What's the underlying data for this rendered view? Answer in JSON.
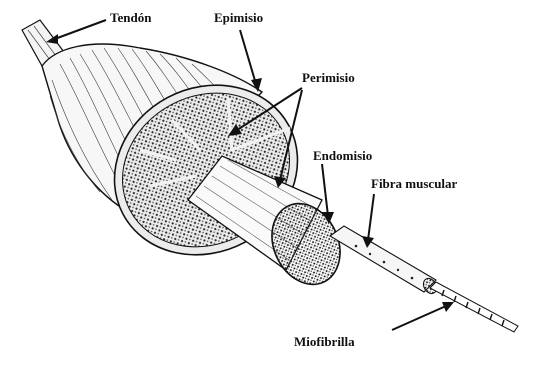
{
  "labels": {
    "tendon": "Tendón",
    "epimisio": "Epimisio",
    "perimisio": "Perimisio",
    "endomisio": "Endomisio",
    "fibra": "Fibra muscular",
    "miofibrilla": "Miofibrilla"
  },
  "colors": {
    "ink": "#111111",
    "paper": "#ffffff",
    "texture": "#5a5a5a"
  }
}
